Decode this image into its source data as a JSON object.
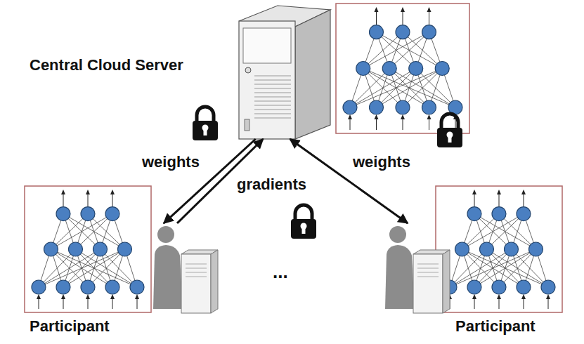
{
  "diagram": {
    "nodes": [
      {
        "text": [
          "Central Cloud Server"
        ]
      },
      {
        "text": [
          "Participant"
        ]
      },
      {
        "text": [
          "Participant"
        ]
      }
    ],
    "edges": [
      {
        "from": 0,
        "to": 1,
        "arrow": "to",
        "label": "weights"
      },
      {
        "from": 1,
        "to": 0,
        "arrow": "to",
        "label": "gradients"
      },
      {
        "from": 0,
        "to": 2,
        "arrow": "both",
        "label": "weights"
      }
    ],
    "labels": [
      "..."
    ]
  }
}
